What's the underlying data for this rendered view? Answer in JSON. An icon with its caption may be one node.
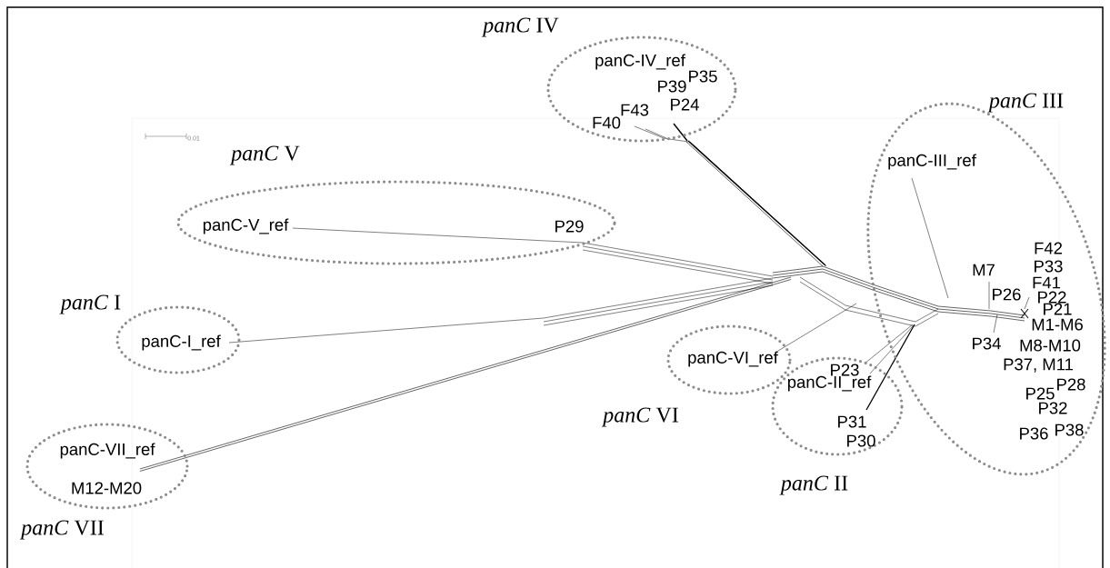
{
  "diagram": {
    "nodes": [
      {
        "text": [
          "*panC* IV"
        ]
      },
      {
        "text": [
          "panC-IV_ref"
        ],
        "in": 0
      },
      {
        "text": [
          "P35"
        ],
        "in": 0
      },
      {
        "text": [
          "P39"
        ],
        "in": 0
      },
      {
        "text": [
          "P24"
        ],
        "in": 0
      },
      {
        "text": [
          "F43"
        ],
        "in": 0
      },
      {
        "text": [
          "F40"
        ],
        "in": 0
      },
      {
        "text": [
          "*panC* III"
        ]
      },
      {
        "text": [
          "panC-III_ref"
        ],
        "in": 7
      },
      {
        "text": [
          "F42"
        ],
        "in": 7
      },
      {
        "text": [
          "P33"
        ],
        "in": 7
      },
      {
        "text": [
          "M7"
        ],
        "in": 7
      },
      {
        "text": [
          "F41"
        ],
        "in": 7
      },
      {
        "text": [
          "P26"
        ],
        "in": 7
      },
      {
        "text": [
          "P22"
        ],
        "in": 7
      },
      {
        "text": [
          "P21"
        ],
        "in": 7
      },
      {
        "text": [
          "M1-M6"
        ],
        "in": 7
      },
      {
        "text": [
          "P34"
        ],
        "in": 7
      },
      {
        "text": [
          "M8-M10"
        ],
        "in": 7
      },
      {
        "text": [
          "P37, M11"
        ],
        "in": 7
      },
      {
        "text": [
          "P28"
        ],
        "in": 7
      },
      {
        "text": [
          "P25"
        ],
        "in": 7
      },
      {
        "text": [
          "P32"
        ],
        "in": 7
      },
      {
        "text": [
          "P36"
        ],
        "in": 7
      },
      {
        "text": [
          "P38"
        ],
        "in": 7
      },
      {
        "text": [
          "*panC* V"
        ]
      },
      {
        "text": [
          "panC-V_ref"
        ],
        "in": 25
      },
      {
        "text": [
          "P29"
        ],
        "in": 25
      },
      {
        "text": [
          "*panC* I"
        ]
      },
      {
        "text": [
          "panC-I_ref"
        ],
        "in": 28
      },
      {
        "text": [
          "*panC* VI"
        ]
      },
      {
        "text": [
          "panC-VI_ref"
        ],
        "in": 30
      },
      {
        "text": [
          "*panC* II"
        ]
      },
      {
        "text": [
          "P23"
        ],
        "in": 32
      },
      {
        "text": [
          "panC-II_ref"
        ],
        "in": 32
      },
      {
        "text": [
          "P31"
        ],
        "in": 32
      },
      {
        "text": [
          "P30"
        ],
        "in": 32
      },
      {
        "text": [
          "*panC* VII"
        ]
      },
      {
        "text": [
          "panC-VII_ref"
        ],
        "in": 37
      },
      {
        "text": [
          "M12-M20"
        ],
        "in": 37
      }
    ],
    "labels": [
      "0.01"
    ]
  }
}
